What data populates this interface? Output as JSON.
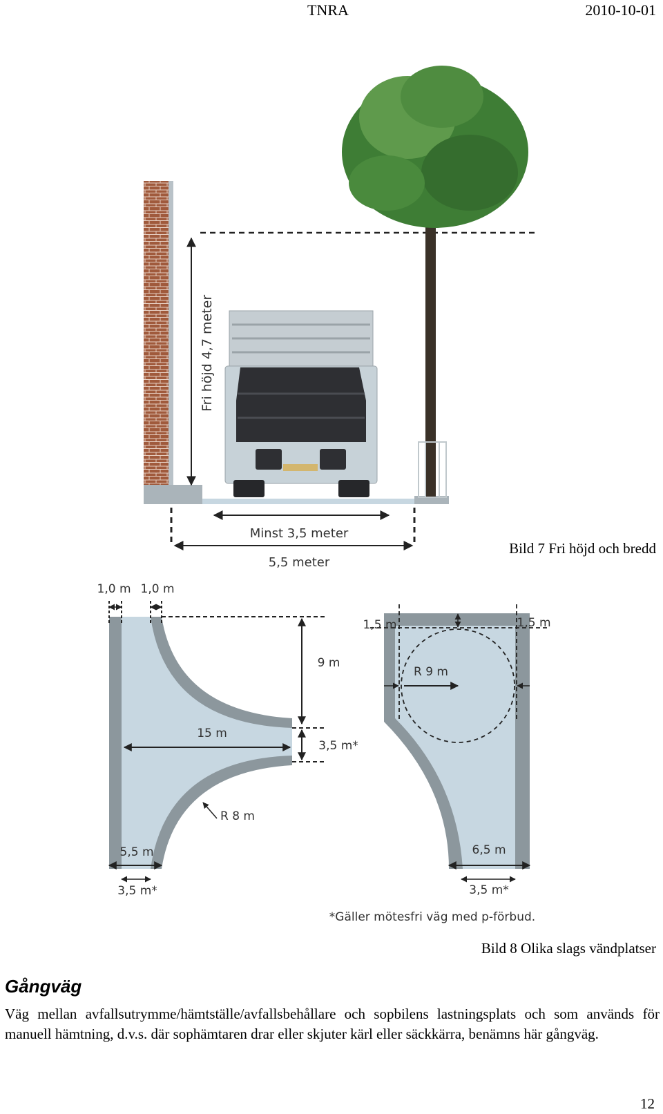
{
  "header": {
    "title": "TNRA",
    "date": "2010-10-01"
  },
  "figure1": {
    "caption": "Bild 7 Fri höjd och bredd",
    "labels": {
      "height": "Fri höjd 4,7 meter",
      "min_width": "Minst 3,5 meter",
      "total_width": "5,5 meter"
    }
  },
  "figure2": {
    "caption": "Bild 8 Olika slags vändplatser",
    "labels": {
      "side_left": "1,0 m",
      "side_right": "1,0 m",
      "depth": "9 m",
      "road": "3,5 m*",
      "width": "15 m",
      "radius": "R 8 m",
      "bottom_outer": "5,5 m",
      "bottom_inner": "3,5 m*",
      "edge_left": "1,5 m",
      "edge_right": "1,5 m",
      "circle_radius": "R 9 m",
      "bottom_outer2": "6,5 m",
      "bottom_inner2": "3,5 m*",
      "footnote": "*Gäller mötesfri väg med p-förbud."
    }
  },
  "section": {
    "heading": "Gångväg",
    "body": "Väg mellan avfallsutrymme/hämtställe/avfallsbehållare och sopbilens lastningsplats och som används för manuell hämtning, d.v.s. där sophämtaren drar eller skjuter kärl eller säckkärra, benämns här gångväg."
  },
  "page_number": "12",
  "colors": {
    "surface": "#c7d7e1",
    "border": "#8c979d",
    "brick": "#a05a3c",
    "tree": "#3e7d35",
    "trunk": "#3a3128"
  }
}
